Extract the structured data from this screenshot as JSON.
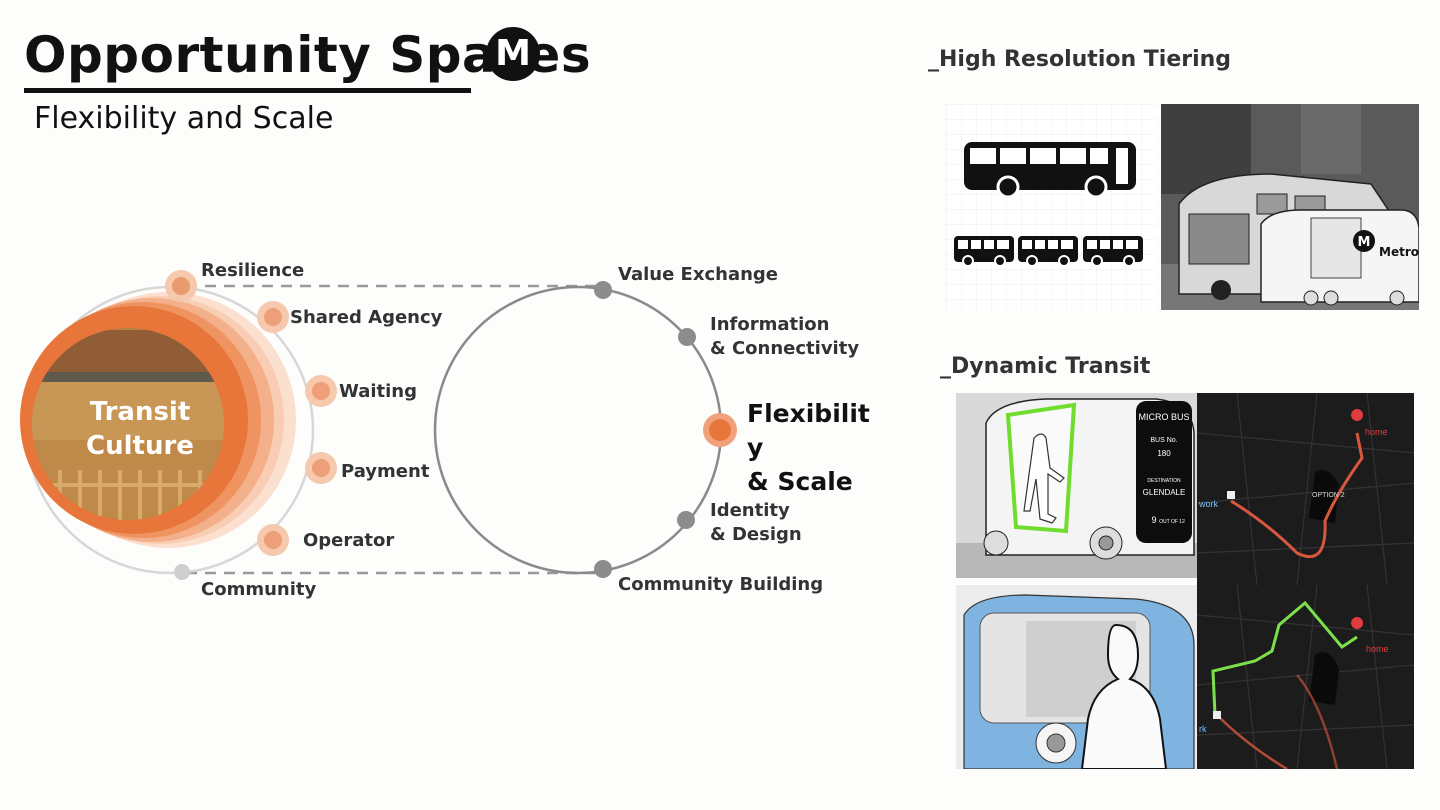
{
  "header": {
    "title": "Opportunity Spaces",
    "logo_letter": "M",
    "subtitle": "Flexibility and Scale"
  },
  "left_diagram": {
    "center_lines": [
      "Transit",
      "Culture"
    ],
    "nodes": [
      "Resilience",
      "Shared Agency",
      "Waiting",
      "Payment",
      "Operator",
      "Community"
    ]
  },
  "right_diagram": {
    "nodes": [
      "Value Exchange",
      "Information",
      "& Connectivity",
      "Identity",
      "& Design",
      "Community Building"
    ],
    "highlight_lines": [
      "Flexibilit",
      "y",
      "& Scale"
    ]
  },
  "panels": {
    "tiering": {
      "heading": "_High Resolution Tiering",
      "photo_logo_letter": "M",
      "photo_logo_text": "Metro"
    },
    "dynamic": {
      "heading": "_Dynamic Transit",
      "bus_sign": {
        "line1": "MICRO BUS",
        "line2": "BUS No.",
        "line3": "180",
        "line4": "DESTINATION",
        "line5": "GLENDALE",
        "line6": "9",
        "line7": "OUT OF 12"
      },
      "map_top": {
        "home": "home",
        "work": "work",
        "option": "OPTION 2"
      },
      "map_bottom": {
        "home": "home",
        "work": "rk"
      }
    }
  },
  "colors": {
    "accent_orange": "#e8763a",
    "light_orange": "#f6c8ae",
    "node_gray": "#8c8c8c",
    "route_green": "#7ce04a",
    "route_red": "#d9573e",
    "map_bg": "#1c1c1c"
  }
}
